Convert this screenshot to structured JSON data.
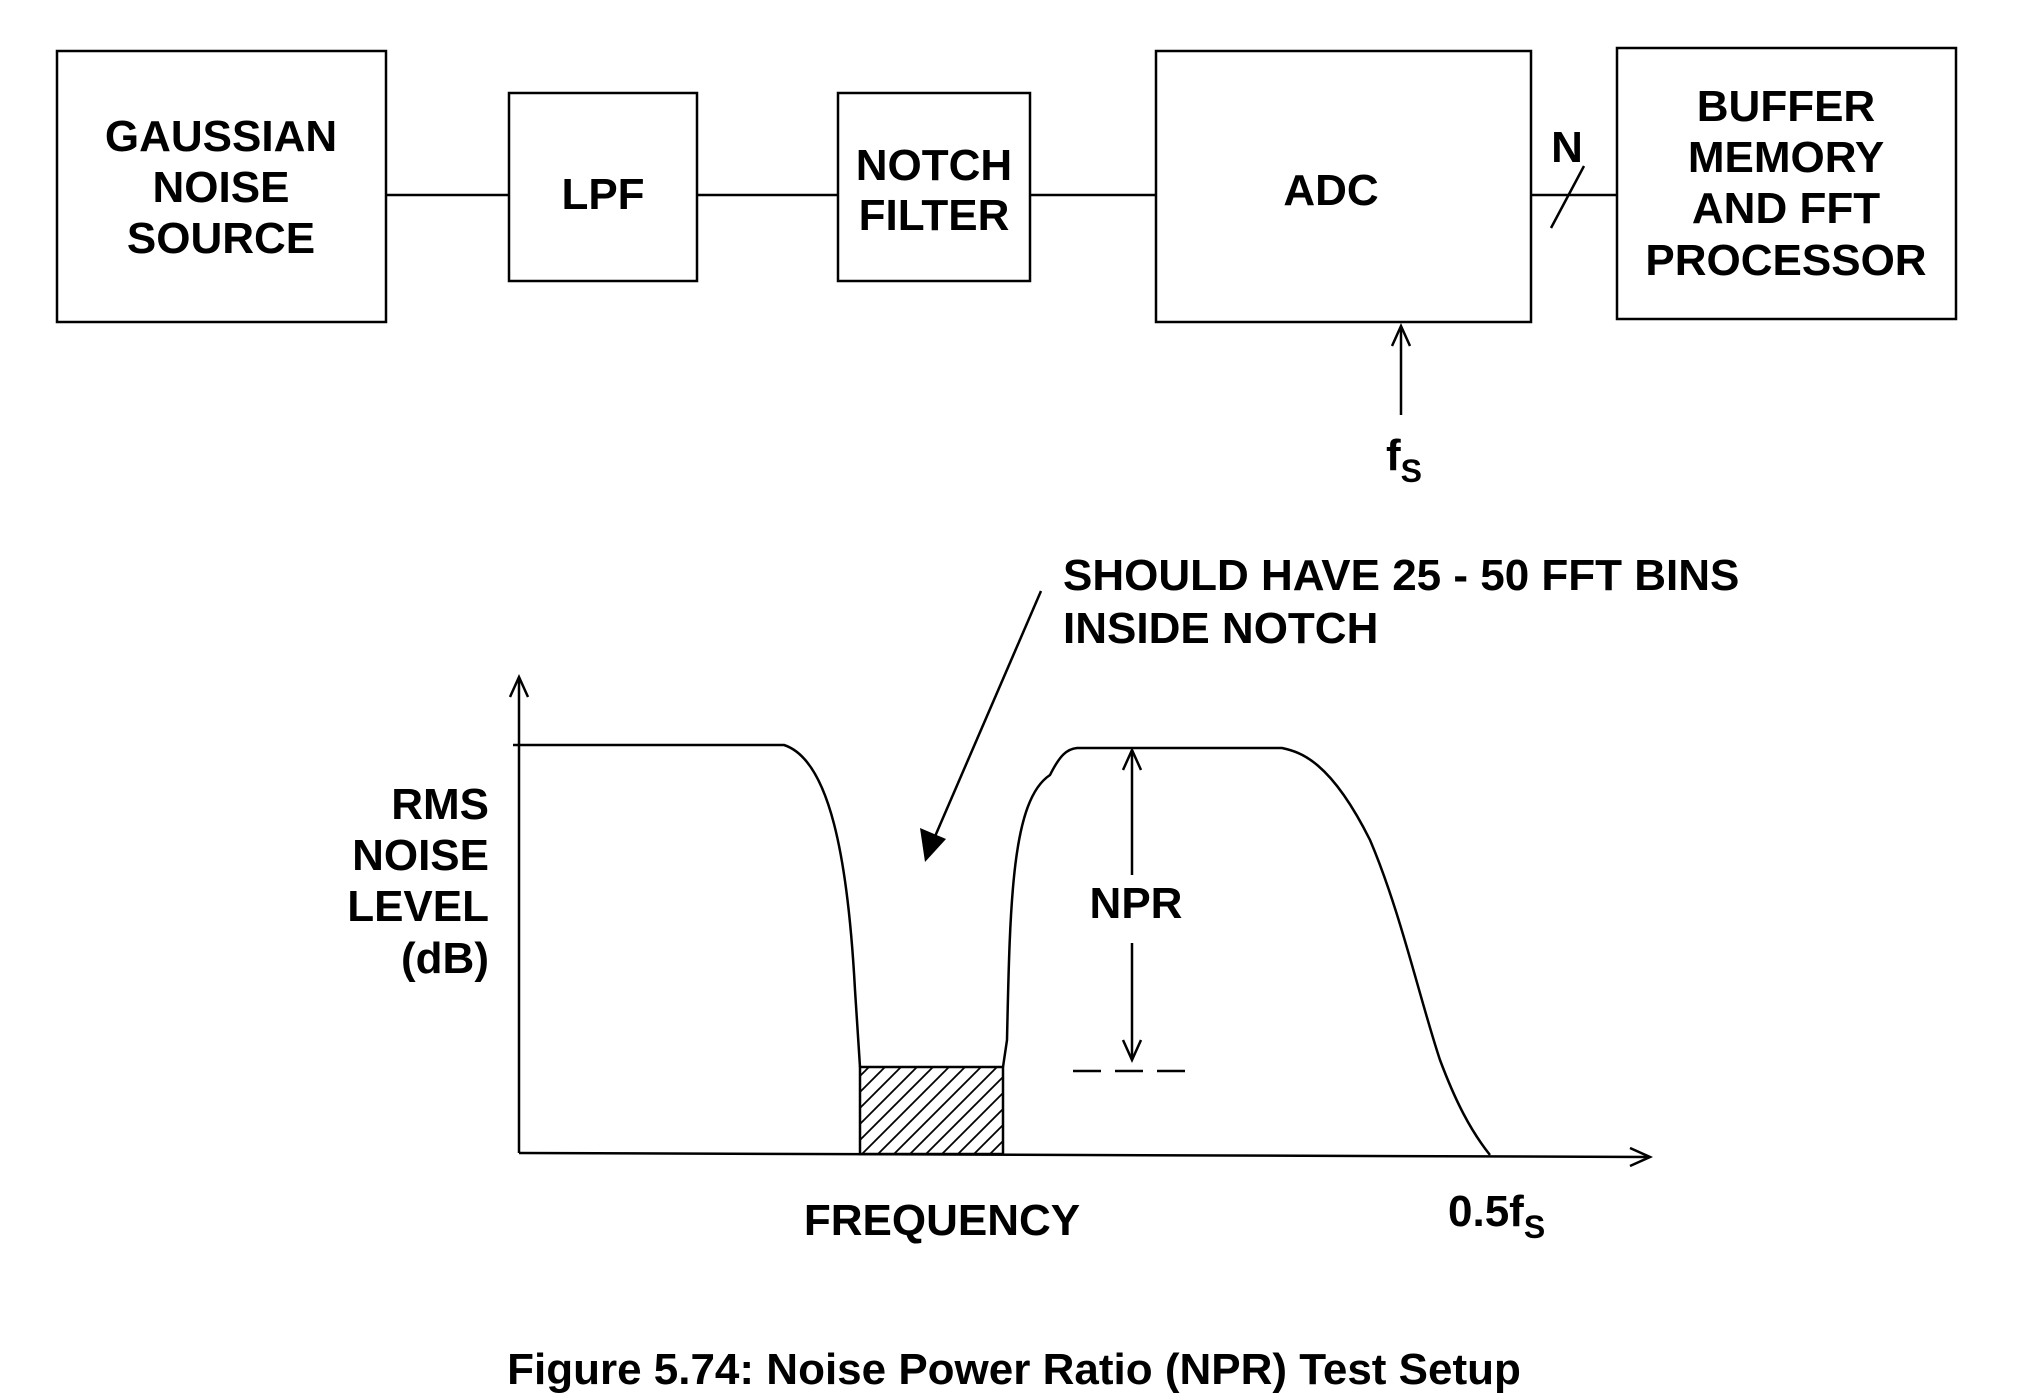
{
  "block_diagram": {
    "blocks": {
      "source": [
        "GAUSSIAN",
        "NOISE",
        "SOURCE"
      ],
      "lpf": [
        "LPF"
      ],
      "notch": [
        "NOTCH",
        "FILTER"
      ],
      "adc": [
        "ADC"
      ],
      "buffer": [
        "BUFFER",
        "MEMORY",
        "AND FFT",
        "PROCESSOR"
      ]
    },
    "bus_label": "N",
    "clock_label": "f",
    "clock_subscript": "S"
  },
  "spectrum": {
    "annotation": [
      "SHOULD HAVE 25 - 50 FFT BINS",
      "INSIDE NOTCH"
    ],
    "y_label": [
      "RMS",
      "NOISE",
      "LEVEL",
      "(dB)"
    ],
    "x_label": "FREQUENCY",
    "x_end_label": "0.5f",
    "x_end_subscript": "S",
    "npr_label": "NPR"
  },
  "caption": {
    "number": "Figure 5.74:",
    "title": " Noise Power Ratio (NPR) Test Setup"
  }
}
